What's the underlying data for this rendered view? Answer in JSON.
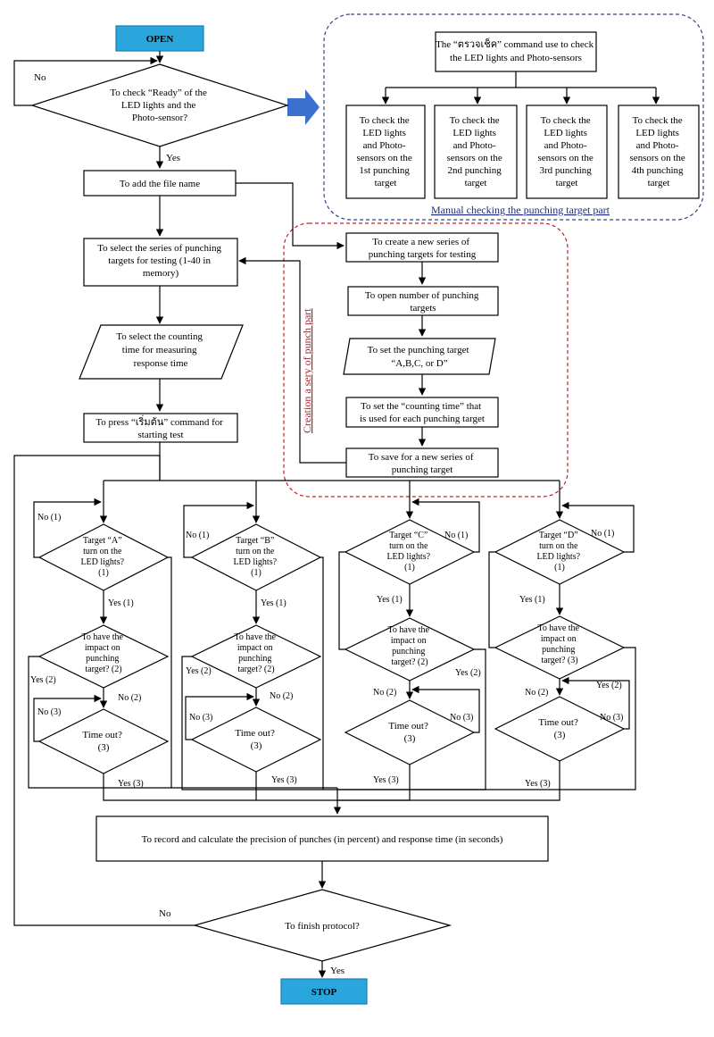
{
  "nodes": {
    "open": "OPEN",
    "check_ready": [
      "To check “Ready” of the",
      "LED lights and the",
      "Photo-sensor?"
    ],
    "manual_cmd": [
      "The “ตรวจเช็ค” command use to check",
      "the LED lights and Photo-sensors"
    ],
    "manual_t1": [
      "To check the",
      "LED lights",
      "and Photo-",
      "sensors on the",
      "1st punching",
      "target"
    ],
    "manual_t2": [
      "To check the",
      "LED lights",
      "and Photo-",
      "sensors on the",
      "2nd punching",
      "target"
    ],
    "manual_t3": [
      "To check the",
      "LED lights",
      "and Photo-",
      "sensors on the",
      "3rd punching",
      "target"
    ],
    "manual_t4": [
      "To check the",
      "LED lights",
      "and Photo-",
      "sensors on the",
      "4th punching",
      "target"
    ],
    "add_file": "To add the file name",
    "select_series": [
      "To select the series of punching",
      "targets for testing (1-40 in",
      "memory)"
    ],
    "create_series": [
      "To create a new series of",
      "punching targets for testing"
    ],
    "open_number": [
      "To open number of punching",
      "targets"
    ],
    "set_target": [
      "To set the punching target",
      "“A,B,C, or D”"
    ],
    "set_time": [
      "To set the “counting time” that",
      "is used for each punching target"
    ],
    "save_series": [
      "To save for a new series of",
      "punching target"
    ],
    "select_time": [
      "To select the counting",
      "time for measuring",
      "response time"
    ],
    "press_start": [
      "To press “เริ่มต้น” command for",
      "starting test"
    ],
    "target_a": [
      "Target “A”",
      "turn on the",
      "LED lights?",
      "(1)"
    ],
    "target_b": [
      "Target “B”",
      "turn on the",
      "LED lights?",
      "(1)"
    ],
    "target_c": [
      "Target “C”",
      "turn on the",
      "LED lights?",
      "(1)"
    ],
    "target_d": [
      "Target “D”",
      "turn on the",
      "LED lights?",
      "(1)"
    ],
    "impact_a": [
      "To have the",
      "impact on",
      "punching",
      "target? (2)"
    ],
    "impact_b": [
      "To have the",
      "impact on",
      "punching",
      "target? (2)"
    ],
    "impact_c": [
      "To have the",
      "impact on",
      "punching",
      "target? (2)"
    ],
    "impact_d": [
      "To have the",
      "impact on",
      "punching",
      "target? (3)"
    ],
    "timeout": [
      "Time out?",
      "(3)"
    ],
    "record": "To record and calculate the precision of punches (in percent) and response time (in seconds)",
    "finish": "To finish protocol?",
    "stop": "STOP"
  },
  "labels": {
    "no": "No",
    "yes": "Yes",
    "no1": "No (1)",
    "yes1": "Yes (1)",
    "no2": "No (2)",
    "yes2": "Yes (2)",
    "no3": "No (3)",
    "yes3": "Yes (3)"
  },
  "captions": {
    "manual": "Manual checking the punching target part",
    "creation": "Creation a sery of punch part"
  },
  "colors": {
    "terminal_fill": "#2aa6dc",
    "arrow_blue": "#3b6fd0",
    "manual_border": "#3a3f86",
    "creation_border": "#c0202a"
  }
}
